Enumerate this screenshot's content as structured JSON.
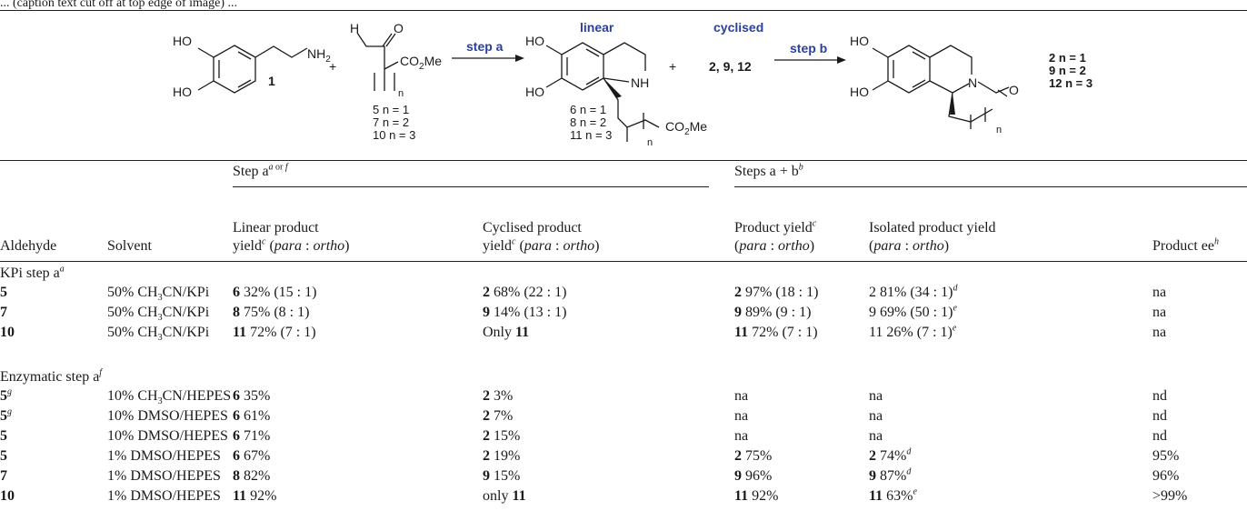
{
  "caption_fragment": "... (caption text cut off at top edge of image) ...",
  "scheme": {
    "substrate_number": "1",
    "plus1": "+",
    "plus2": "+",
    "step_a": "step a",
    "step_b": "step b",
    "linear_label": "linear",
    "cyclised_label": "cyclised",
    "cyclised_numbers": "2, 9, 12",
    "aldehyde_ns": [
      "5 n = 1",
      "7 n = 2",
      "10 n = 3"
    ],
    "linear_ns": [
      "6 n = 1",
      "8 n = 2",
      "11 n = 3"
    ],
    "product_ns": [
      "2 n = 1",
      "9 n = 2",
      "12 n = 3"
    ],
    "atoms": {
      "ho": "HO",
      "nh2": "NH2",
      "h": "H",
      "o": "O",
      "co2me": "CO2Me",
      "nh": "NH",
      "n": "N",
      "sub_n": "n"
    },
    "colors": {
      "blue_label": "#2b3f9e",
      "line": "#1a1a1a"
    }
  },
  "table": {
    "group_a": {
      "prefix": "Step a",
      "sup1": "a",
      "mid": " or ",
      "sup2": "f"
    },
    "group_ab": {
      "prefix": "Steps a + b",
      "sup": "b"
    },
    "columns": {
      "aldehyde": "Aldehyde",
      "solvent": "Solvent",
      "linear_l1": "Linear product",
      "linear_l2a": "yield",
      "linear_sup": "c",
      "linear_l2b": " (",
      "para": "para",
      "colon": " : ",
      "ortho": "ortho",
      "close": ")",
      "cyc_l1": "Cyclised product",
      "cyc_l2a": "yield",
      "cyc_sup": "c",
      "prod_l1": "Product yield",
      "prod_sup": "c",
      "prod_l2a": "(",
      "iso_l1": "Isolated product yield",
      "iso_l2a": "(",
      "ee": "Product ee",
      "ee_sup": "h"
    },
    "section1": {
      "title": "KPi step a",
      "sup": "a"
    },
    "section2": {
      "title": "Enzymatic step a",
      "sup": "f"
    },
    "rows1": [
      {
        "ald": "5",
        "ald_sup": "",
        "solv_pre": "50% CH",
        "solv_sub": "3",
        "solv_post": "CN/KPi",
        "lin_b": "6",
        "lin_r": " 32% (15 : 1)",
        "cyc_b": "2",
        "cyc_r": " 68% (22 : 1)",
        "py_b": "2",
        "py_r": " 97% (18 : 1)",
        "iso_b": "",
        "iso_r": "2 81% (34 : 1)",
        "iso_sup": "d",
        "ee": "na"
      },
      {
        "ald": "7",
        "ald_sup": "",
        "solv_pre": "50% CH",
        "solv_sub": "3",
        "solv_post": "CN/KPi",
        "lin_b": "8",
        "lin_r": " 75% (8 : 1)",
        "cyc_b": "9",
        "cyc_r": " 14% (13 : 1)",
        "py_b": "9",
        "py_r": " 89% (9 : 1)",
        "iso_b": "",
        "iso_r": "9 69% (50 : 1)",
        "iso_sup": "e",
        "ee": "na"
      },
      {
        "ald": "10",
        "ald_sup": "",
        "solv_pre": "50% CH",
        "solv_sub": "3",
        "solv_post": "CN/KPi",
        "lin_b": "11",
        "lin_r": " 72% (7 : 1)",
        "cyc_b": "",
        "cyc_r": "Only ",
        "cyc_b2": "11",
        "py_b": "11",
        "py_r": " 72% (7 : 1)",
        "iso_b": "",
        "iso_r": "11 26% (7 : 1)",
        "iso_sup": "e",
        "ee": "na"
      }
    ],
    "rows2": [
      {
        "ald": "5",
        "ald_sup": "g",
        "solv_pre": "10% CH",
        "solv_sub": "3",
        "solv_post": "CN/HEPES",
        "lin_b": "6",
        "lin_r": " 35%",
        "cyc_b": "2",
        "cyc_r": " 3%",
        "cyc_b2": "",
        "py_b": "",
        "py_r": "na",
        "iso_b": "",
        "iso_r": "na",
        "iso_sup": "",
        "ee": "nd"
      },
      {
        "ald": "5",
        "ald_sup": "g",
        "solv_pre": "10% DMSO/HEPES",
        "solv_sub": "",
        "solv_post": "",
        "lin_b": "6",
        "lin_r": " 61%",
        "cyc_b": "2",
        "cyc_r": " 7%",
        "cyc_b2": "",
        "py_b": "",
        "py_r": "na",
        "iso_b": "",
        "iso_r": "na",
        "iso_sup": "",
        "ee": "nd"
      },
      {
        "ald": "5",
        "ald_sup": "",
        "solv_pre": "10% DMSO/HEPES",
        "solv_sub": "",
        "solv_post": "",
        "lin_b": "6",
        "lin_r": " 71%",
        "cyc_b": "2",
        "cyc_r": " 15%",
        "cyc_b2": "",
        "py_b": "",
        "py_r": "na",
        "iso_b": "",
        "iso_r": "na",
        "iso_sup": "",
        "ee": "nd"
      },
      {
        "ald": "5",
        "ald_sup": "",
        "solv_pre": "1% DMSO/HEPES",
        "solv_sub": "",
        "solv_post": "",
        "lin_b": "6",
        "lin_r": " 67%",
        "cyc_b": "2",
        "cyc_r": " 19%",
        "cyc_b2": "",
        "py_b": "2",
        "py_r": " 75%",
        "iso_b": "2",
        "iso_r": " 74%",
        "iso_sup": "d",
        "ee": "95%"
      },
      {
        "ald": "7",
        "ald_sup": "",
        "solv_pre": "1% DMSO/HEPES",
        "solv_sub": "",
        "solv_post": "",
        "lin_b": "8",
        "lin_r": " 82%",
        "cyc_b": "9",
        "cyc_r": " 15%",
        "cyc_b2": "",
        "py_b": "9",
        "py_r": " 96%",
        "iso_b": "9",
        "iso_r": " 87%",
        "iso_sup": "d",
        "ee": "96%"
      },
      {
        "ald": "10",
        "ald_sup": "",
        "solv_pre": "1% DMSO/HEPES",
        "solv_sub": "",
        "solv_post": "",
        "lin_b": "11",
        "lin_r": " 92%",
        "cyc_b": "",
        "cyc_r": "only ",
        "cyc_b2": "11",
        "py_b": "11",
        "py_r": " 92%",
        "iso_b": "11",
        "iso_r": " 63%",
        "iso_sup": "e",
        "ee": ">99%"
      }
    ]
  }
}
